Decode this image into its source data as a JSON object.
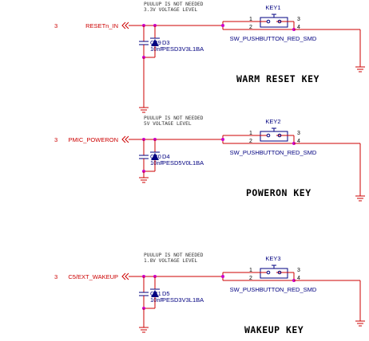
{
  "colors": {
    "wire": "#cc0000",
    "component": "#000080",
    "junction": "#cc00cc",
    "note_text": "#333333"
  },
  "circuits": [
    {
      "net": {
        "number": "3",
        "label": "RESETn_IN"
      },
      "note": [
        "PUULUP IS NOT NEEDED",
        "3.3V VOLTAGE LEVEL"
      ],
      "capacitor": {
        "ref": "C39",
        "value": "10nF"
      },
      "diode": {
        "ref": "D3",
        "part": "PESD3V3L1BA"
      },
      "key": {
        "ref": "KEY1",
        "part": "SW_PUSHBUTTON_RED_SMD",
        "pins": [
          "1",
          "2",
          "3",
          "4"
        ]
      },
      "title": "WARM RESET KEY"
    },
    {
      "net": {
        "number": "3",
        "label": "PMIC_POWERON"
      },
      "note": [
        "PUULUP IS NOT NEEDED",
        "5V VOLTAGE LEVEL"
      ],
      "capacitor": {
        "ref": "C40",
        "value": "10nF"
      },
      "diode": {
        "ref": "D4",
        "part": "PESD5V0L1BA"
      },
      "key": {
        "ref": "KEY2",
        "part": "SW_PUSHBUTTON_RED_SMD",
        "pins": [
          "1",
          "2",
          "3",
          "4"
        ]
      },
      "title": "POWERON KEY"
    },
    {
      "net": {
        "number": "3",
        "label": "C5/EXT_WAKEUP"
      },
      "note": [
        "PUULUP IS NOT NEEDED",
        "1.8V VOLTAGE LEVEL"
      ],
      "capacitor": {
        "ref": "C41",
        "value": "10nF"
      },
      "diode": {
        "ref": "D5",
        "part": "PESD3V3L1BA"
      },
      "key": {
        "ref": "KEY3",
        "part": "SW_PUSHBUTTON_RED_SMD",
        "pins": [
          "1",
          "2",
          "3",
          "4"
        ]
      },
      "title": "WAKEUP KEY"
    }
  ]
}
